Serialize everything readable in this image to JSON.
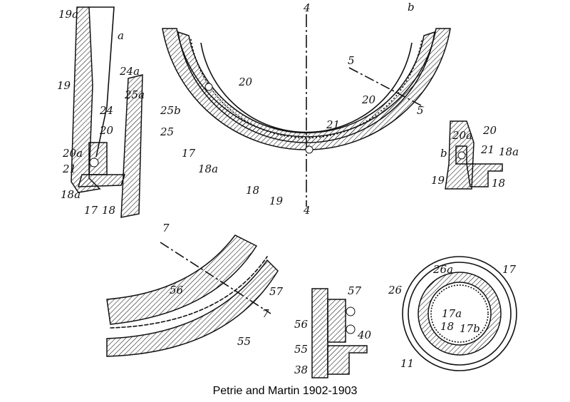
{
  "caption": "Petrie and Martin 1902-1903",
  "figures": {
    "top_ring": {
      "labels": [
        "4",
        "4",
        "20",
        "5",
        "5",
        "b",
        "20",
        "21",
        "17",
        "18a",
        "18",
        "19"
      ]
    },
    "left_section": {
      "labels": [
        "19a",
        "a",
        "24a",
        "19",
        "25a",
        "24",
        "25b",
        "25",
        "20a",
        "20",
        "21",
        "18a",
        "17",
        "18"
      ]
    },
    "right_section": {
      "labels": [
        "20a",
        "20",
        "b",
        "21",
        "18a",
        "19",
        "18"
      ]
    },
    "bottom_left_segment": {
      "labels": [
        "7",
        "56",
        "57",
        "7",
        "55"
      ]
    },
    "bottom_middle_section": {
      "labels": [
        "57",
        "56",
        "40",
        "55",
        "38"
      ]
    },
    "bottom_right_ring": {
      "labels": [
        "26a",
        "17",
        "26",
        "17a",
        "18",
        "17b",
        "11"
      ]
    }
  }
}
